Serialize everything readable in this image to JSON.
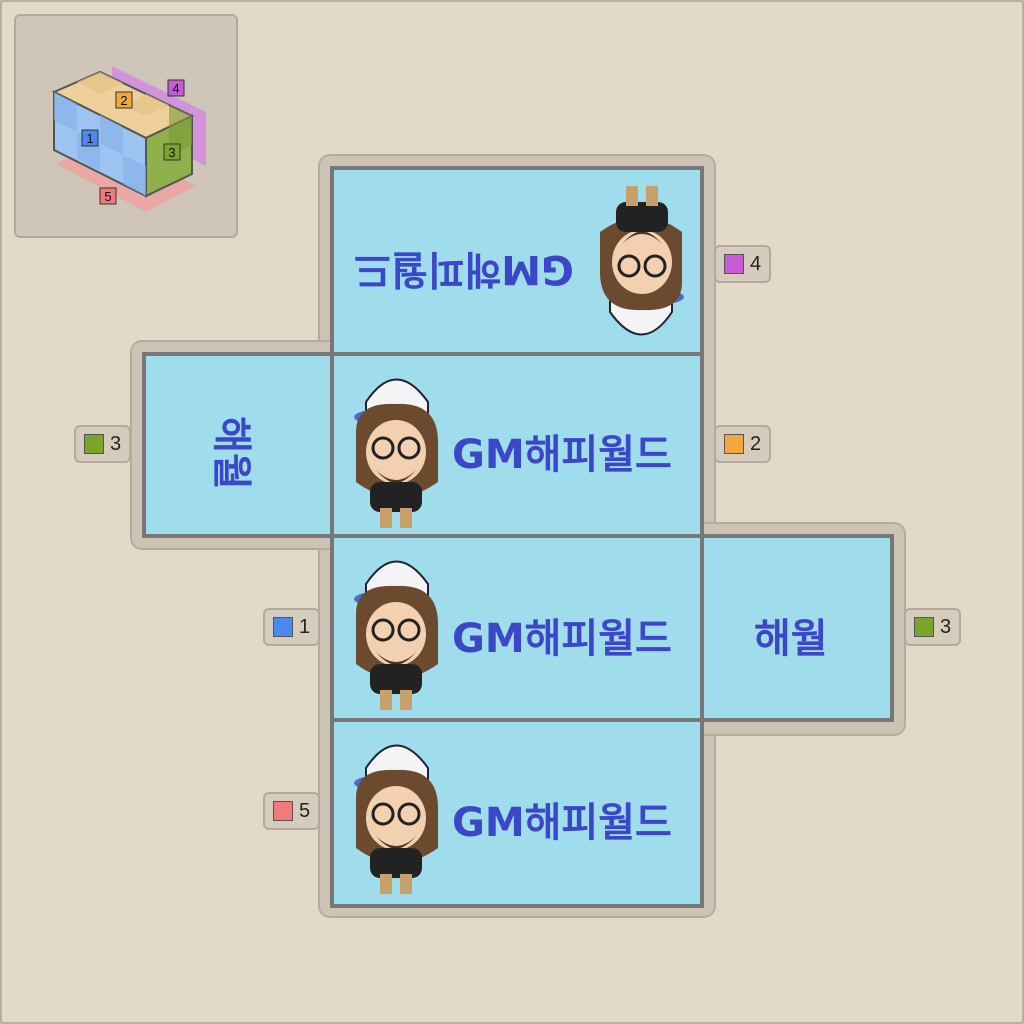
{
  "faces": {
    "top": {
      "text": "GM해피월드"
    },
    "left": {
      "text": "해월"
    },
    "center": {
      "text": "GM해피월드"
    },
    "middle": {
      "text": "GM해피월드"
    },
    "right": {
      "text": "해월"
    },
    "bottom": {
      "text": "GM해피월드"
    }
  },
  "tags": {
    "t4": {
      "number": "4",
      "color": "#c75bd6"
    },
    "t3_left": {
      "number": "3",
      "color": "#7ba52a"
    },
    "t2": {
      "number": "2",
      "color": "#f2a83b"
    },
    "t1": {
      "number": "1",
      "color": "#4a8af0"
    },
    "t3_right": {
      "number": "3",
      "color": "#7ba52a"
    },
    "t5": {
      "number": "5",
      "color": "#f17a7a"
    }
  },
  "preview": {
    "labels": [
      "1",
      "2",
      "3",
      "4",
      "5"
    ]
  }
}
